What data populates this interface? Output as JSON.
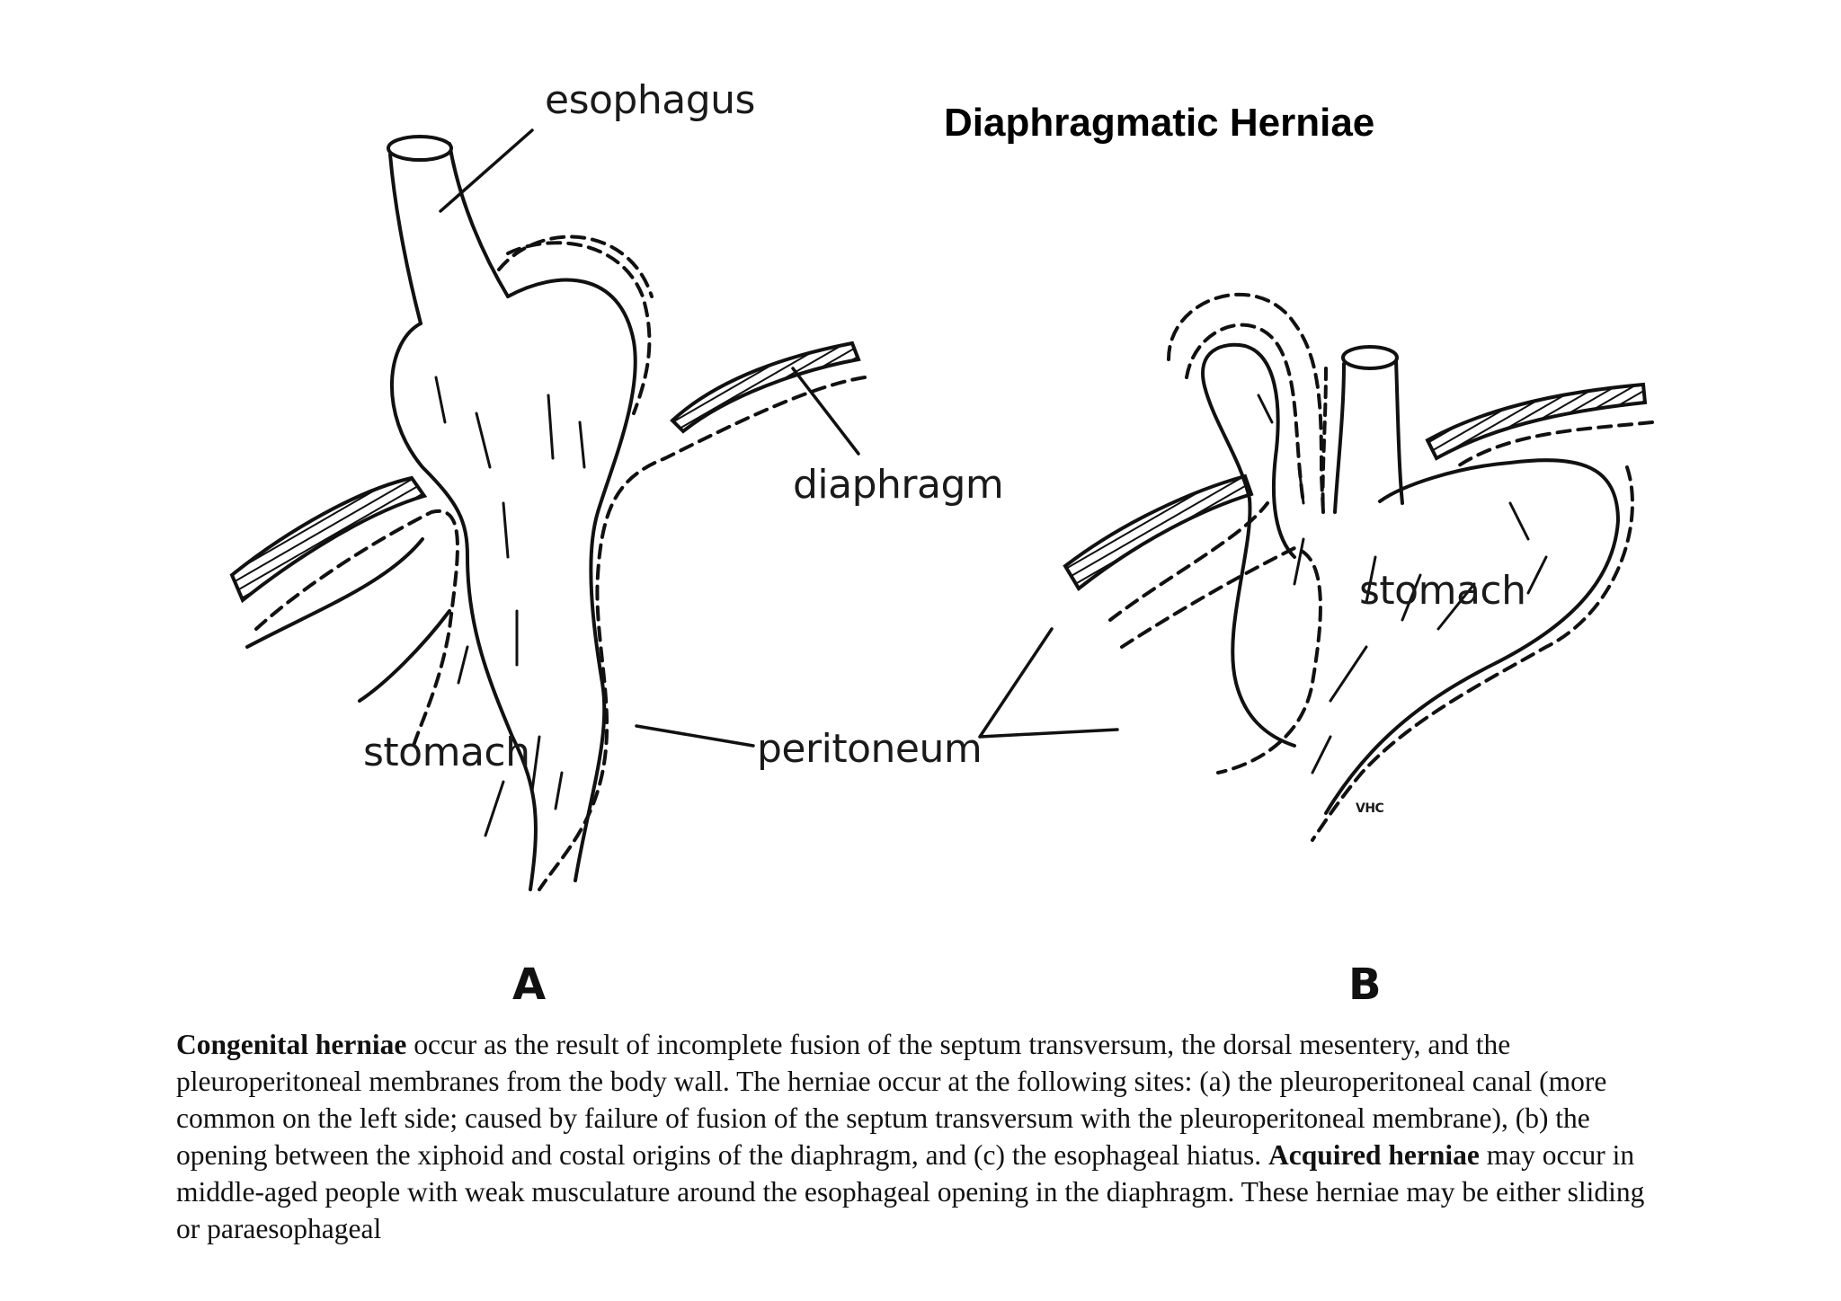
{
  "title": "Diaphragmatic Herniae",
  "diagram_a": {
    "figure_label": "A",
    "labels": {
      "esophagus": "esophagus",
      "diaphragm": "diaphragm",
      "stomach": "stomach",
      "peritoneum": "peritoneum"
    }
  },
  "diagram_b": {
    "figure_label": "B",
    "labels": {
      "stomach": "stomach",
      "signature": "VHC"
    }
  },
  "caption": {
    "part1_bold": "Congenital herniae",
    "part1_text": " occur as the result of incomplete fusion of the septum transversum, the dorsal mesentery, and the pleuroperitoneal membranes from the body wall. The herniae occur at the following sites: (a) the pleuroperitoneal canal (more common on the left side; caused by failure of fusion of the septum transversum with the pleuroperitoneal membrane), (b) the opening between the xiphoid and costal origins of the diaphragm, and (c) the esophageal hiatus. ",
    "part2_bold": "Acquired herniae",
    "part2_text": " may occur in middle-aged people with weak musculature around the esophageal opening in the diaphragm. These herniae may be either sliding or paraesophageal"
  }
}
